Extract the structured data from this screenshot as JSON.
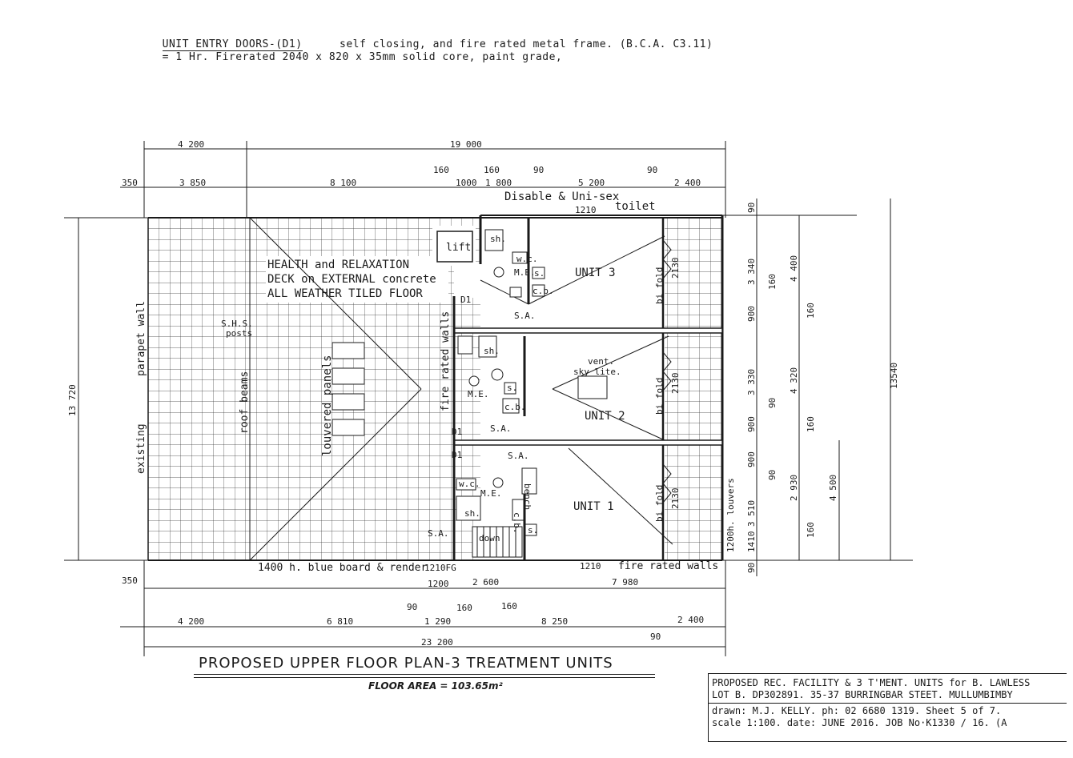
{
  "door_note": {
    "label": "UNIT ENTRY DOORS-(D1)",
    "line1": "= 1 Hr. Firerated 2040 x 820 x 35mm solid core, paint grade,",
    "line2": "self closing, and fire rated metal frame. (B.C.A. C3.11)"
  },
  "rooms": {
    "lift": "lift",
    "disable_toilet": "Disable & Uni-sex",
    "toilet": "toilet",
    "unit3": "UNIT 3",
    "unit2": "UNIT 2",
    "unit1": "UNIT 1",
    "deck1": "HEALTH and RELAXATION",
    "deck2": "DECK on EXTERNAL concrete",
    "deck3": "ALL WEATHER TILED FLOOR",
    "louvered": "louvered panels",
    "roof_beams": "roof beams",
    "parapet": "parapet wall",
    "existing": "existing",
    "shs1": "S.H.S.",
    "shs2": "posts",
    "fire_walls": "fire rated walls",
    "fire_walls_bottom": "fire rated walls",
    "vent1": "vent.",
    "vent2": "sky lite.",
    "bifold": "bi fold",
    "louvers": "1200h. louvers",
    "blue_board": "1400 h. blue board & render",
    "fg": "1210FG",
    "down": "down",
    "bench": "bench",
    "sa": "S.A.",
    "me": "M.E.",
    "wc": "w.c.",
    "sh": "sh.",
    "cb": "c.b.",
    "s": "s.",
    "d1": "D1",
    "w1210": "1210"
  },
  "dims": {
    "top_row1": [
      "4 200",
      "19 000"
    ],
    "top_row2": [
      "350",
      "3 850",
      "8 100",
      "160",
      "1000",
      "160",
      "1 800",
      "90",
      "5 200",
      "90",
      "2 400"
    ],
    "left": "13 720",
    "right_outer": "13540",
    "right_col1": [
      "90",
      "3 340",
      "900",
      "3 330",
      "900",
      "900",
      "3 510",
      "1410",
      "90"
    ],
    "right_col2": [
      "160",
      "90",
      "90",
      "2 930"
    ],
    "right_col3": [
      "4 400",
      "160",
      "4 320",
      "160",
      "160",
      "4 500"
    ],
    "bottom_row1": [
      "350",
      "1200",
      "2 600",
      "7 980"
    ],
    "bottom_row2": [
      "90",
      "160",
      "160"
    ],
    "bottom_row3": [
      "4 200",
      "6 810",
      "1 290",
      "8 250",
      "2 400"
    ],
    "bottom_total": "23 200",
    "bottom_90": "90",
    "v2130": "2130"
  },
  "plan_title": "PROPOSED UPPER FLOOR PLAN-3 TREATMENT UNITS",
  "floor_area": "FLOOR AREA = 103.65m²",
  "title_block": {
    "line1": "PROPOSED REC. FACILITY & 3 T'MENT. UNITS for B. LAWLESS",
    "line2": "LOT B. DP302891. 35-37 BURRINGBAR STEET. MULLUMBIMBY",
    "line3": "drawn: M.J. KELLY. ph: 02 6680 1319.   Sheet 5 of 7.",
    "line4": "scale 1:100.   date: JUNE 2016.   JOB No·K1330 / 16. (A"
  }
}
